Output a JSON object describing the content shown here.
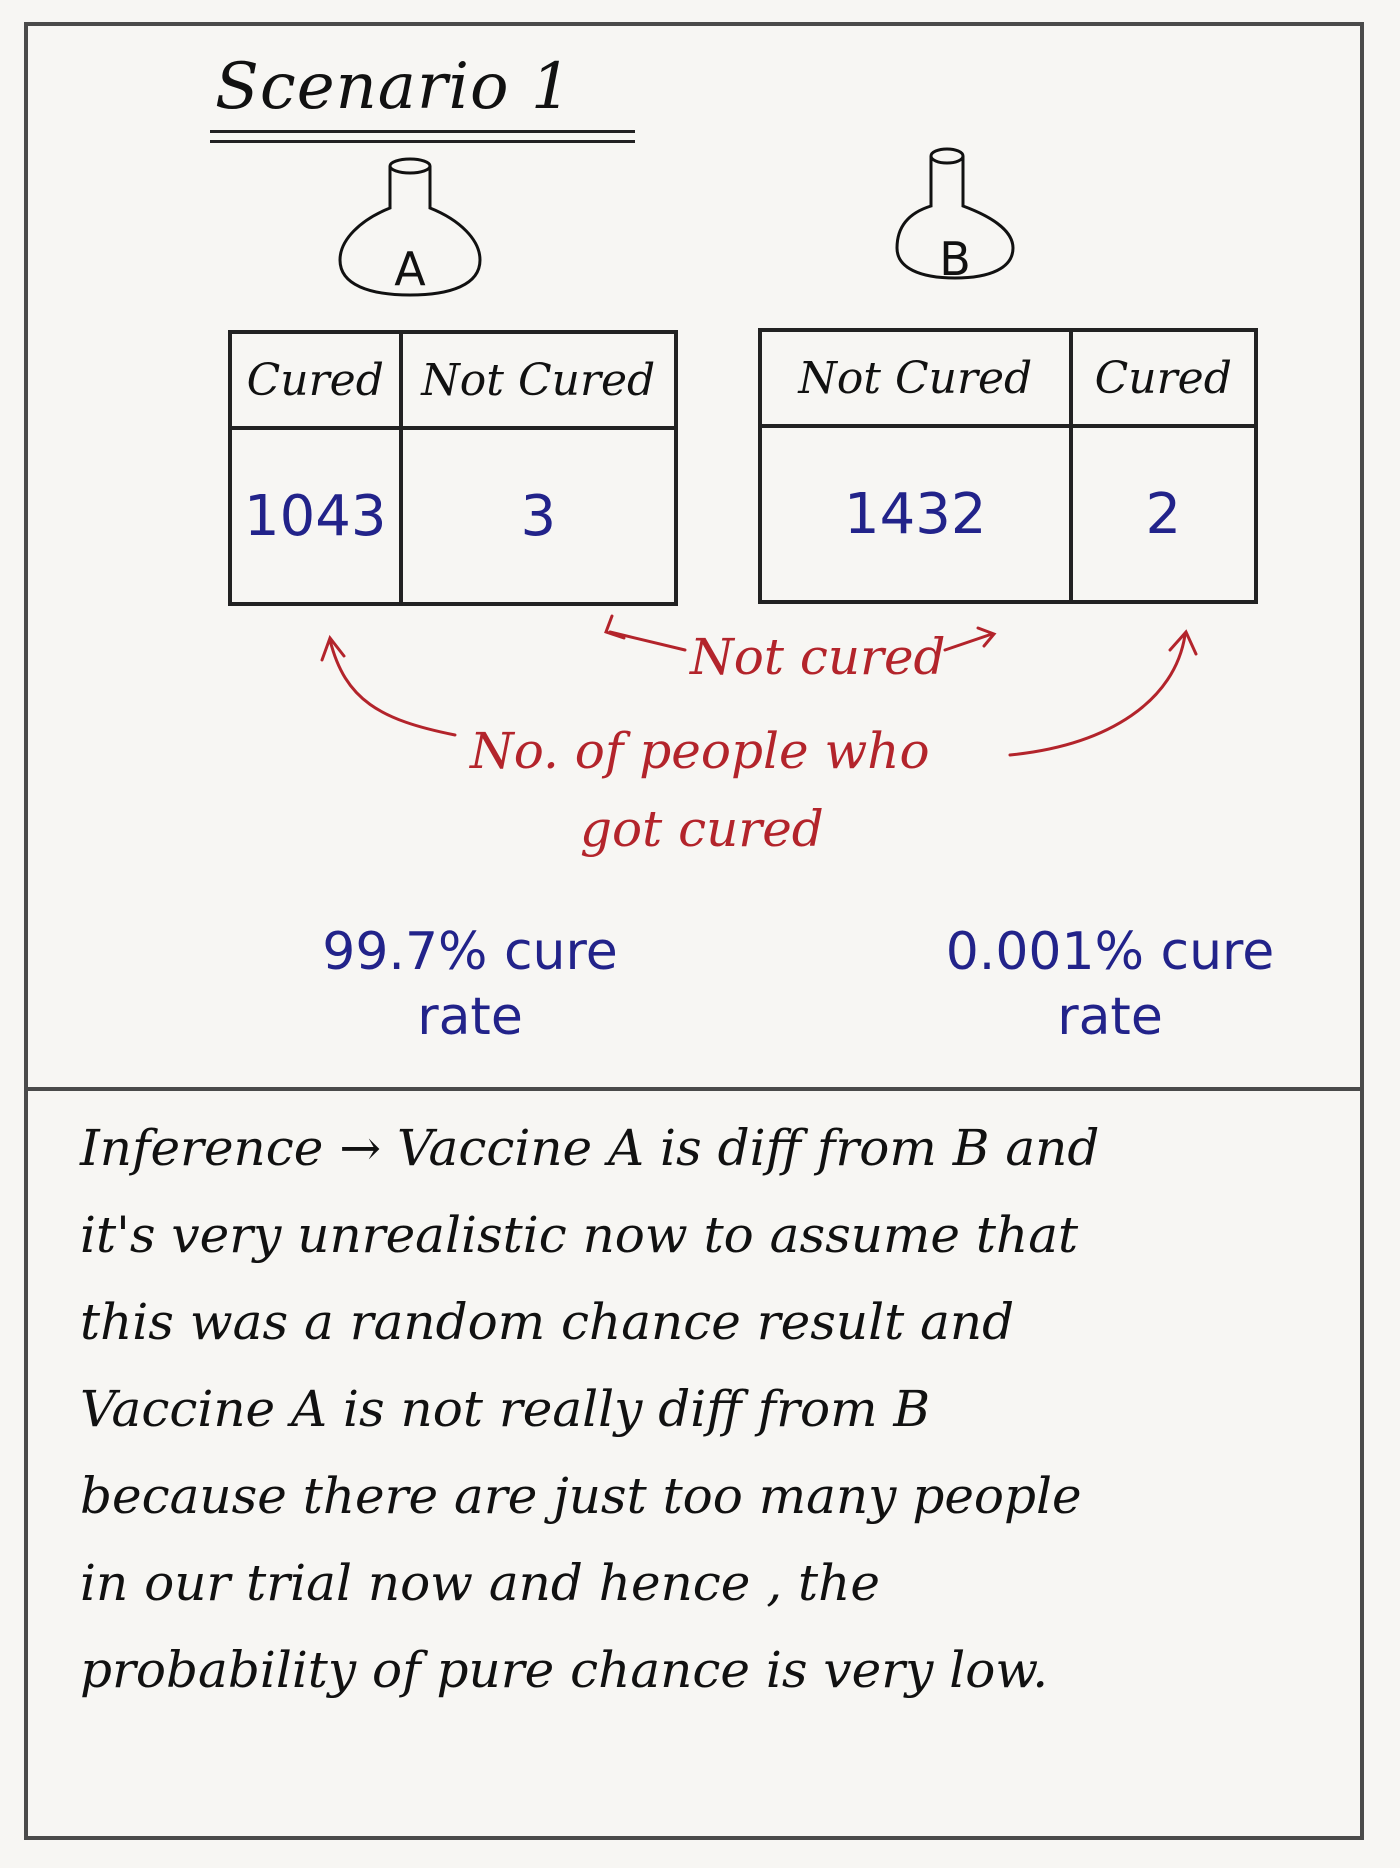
{
  "title": "Scenario 1",
  "vaccine_a": {
    "label": "A",
    "headers": [
      "Cured",
      "Not Cured"
    ],
    "values": [
      "1043",
      "3"
    ],
    "cure_rate_line1": "99.7% cure",
    "cure_rate_line2": "rate"
  },
  "vaccine_b": {
    "label": "B",
    "headers": [
      "Not Cured",
      "Cured"
    ],
    "values": [
      "1432",
      "2"
    ],
    "cure_rate_line1": "0.001% cure",
    "cure_rate_line2": "rate"
  },
  "annotations": {
    "not_cured": "Not cured",
    "cured_line1": "No. of people who",
    "cured_line2": "got cured"
  },
  "inference": {
    "lines": [
      "Inference → Vaccine A is diff from B and",
      "it's very unrealistic now to assume that",
      "this was a random chance result and",
      "Vaccine A is not really diff from B",
      "because there are just too many people",
      "in our trial now and hence , the",
      "probability of pure chance is very low."
    ]
  },
  "colors": {
    "ink": "#111111",
    "blue_ink": "#22238a",
    "red_ink": "#b3242b",
    "paper": "#f7f6f3"
  }
}
